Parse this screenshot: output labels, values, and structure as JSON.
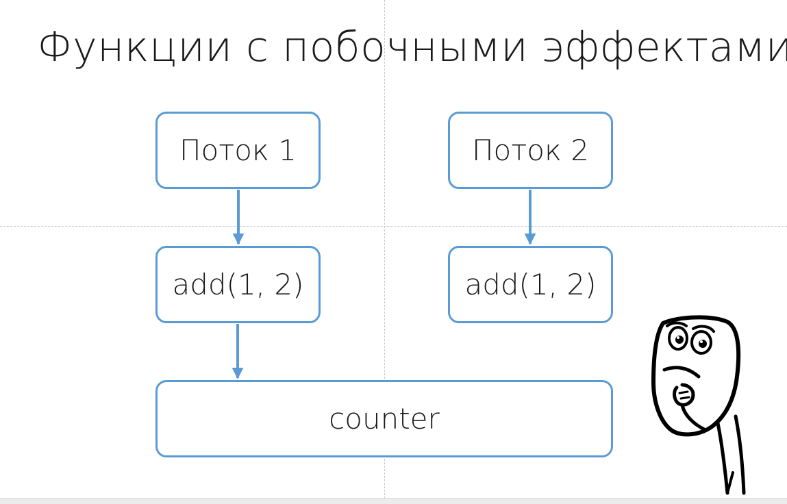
{
  "title": "Функции с побочными эффектами",
  "diagram": {
    "nodes": {
      "thread_1": "Поток 1",
      "thread_2": "Поток 2",
      "add_1": "add(1, 2)",
      "add_2": "add(1, 2)",
      "counter": "counter"
    },
    "edges": [
      {
        "from": "thread_1",
        "to": "add_1"
      },
      {
        "from": "add_1",
        "to": "counter"
      },
      {
        "from": "thread_2",
        "to": "add_2"
      }
    ]
  },
  "colors": {
    "box_border": "#5b9bd5",
    "arrow": "#5b9bd5",
    "text": "#1a1a1a"
  },
  "illustration": "thinking-stick-figure"
}
